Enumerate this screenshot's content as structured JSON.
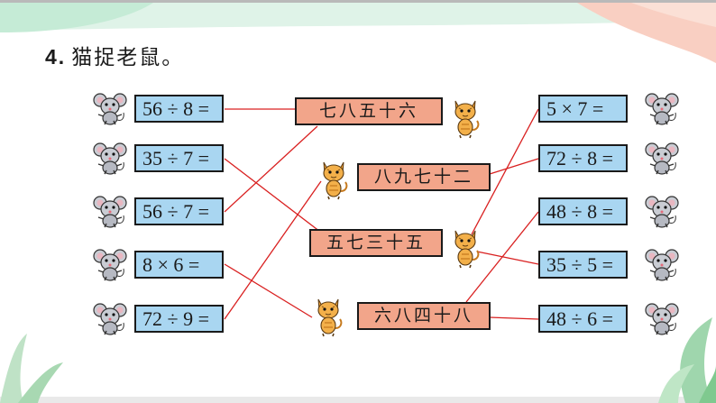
{
  "page": {
    "title_number": "4.",
    "title_text": "猫捉老鼠。"
  },
  "left_equations": [
    {
      "text": "56 ÷ 8 ="
    },
    {
      "text": "35 ÷ 7 ="
    },
    {
      "text": "56 ÷ 7 ="
    },
    {
      "text": "8 × 6 ="
    },
    {
      "text": "72 ÷ 9 ="
    }
  ],
  "middle_answers": [
    {
      "text": "七八五十六"
    },
    {
      "text": "八九七十二"
    },
    {
      "text": "五七三十五"
    },
    {
      "text": "六八四十八"
    }
  ],
  "right_equations": [
    {
      "text": "5 × 7 ="
    },
    {
      "text": "72 ÷ 8 ="
    },
    {
      "text": "48 ÷ 8 ="
    },
    {
      "text": "35 ÷ 5 ="
    },
    {
      "text": "48 ÷ 6 ="
    }
  ],
  "colors": {
    "equation_fill": "#a9d6f1",
    "answer_fill": "#f2a58a",
    "link_line": "#d92020",
    "title_bar": "#d9f0e4",
    "accent_pink": "#f9cfc2"
  },
  "icons": {
    "mouse": "mouse-icon",
    "cat": "cat-icon"
  }
}
